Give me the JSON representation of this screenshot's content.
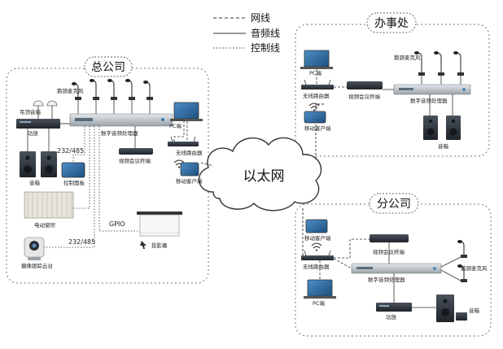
{
  "legend": {
    "network": "网线",
    "audio": "音频线",
    "control": "控制线"
  },
  "cloud": {
    "label": "以太网"
  },
  "hq": {
    "title": "总公司",
    "labels": {
      "gooseneck_mic": "鹅颈麦克风",
      "ceiling_speaker": "吊顶音箱",
      "amplifier": "功放",
      "dsp": "数字音频处理器",
      "pc": "PC端",
      "speaker": "音箱",
      "rs232": "232/485",
      "control_panel": "控制面板",
      "video_terminal": "视频会议终端",
      "router": "无线路由器",
      "mobile_client": "移动客户端",
      "curtain": "电动窗帘",
      "gpio": "GPIO",
      "rs232b": "232/485",
      "projector_screen": "投影幕",
      "camera": "摄像跟踪云台"
    }
  },
  "office": {
    "title": "办事处",
    "labels": {
      "gooseneck_mic": "鹅颈麦克风",
      "pc": "PC端",
      "router": "无线路由器",
      "video_terminal": "视频会议终端",
      "dsp": "数字音频处理器",
      "mobile_client": "移动客户端",
      "speaker": "音箱"
    }
  },
  "branch": {
    "title": "分公司",
    "labels": {
      "mobile_client": "移动客户端",
      "video_terminal": "视频会议终端",
      "router": "无线路由器",
      "gooseneck_mic": "鹅颈麦克风",
      "dsp": "数字音频处理器",
      "pc": "PC端",
      "amplifier": "功放",
      "speaker": "音箱"
    }
  },
  "colors": {
    "device_dark": "#2f3640",
    "device_silver": "#bfc6cc",
    "screen_blue": "#2f6fa8",
    "line": "#333333",
    "border_dot": "#777777"
  }
}
